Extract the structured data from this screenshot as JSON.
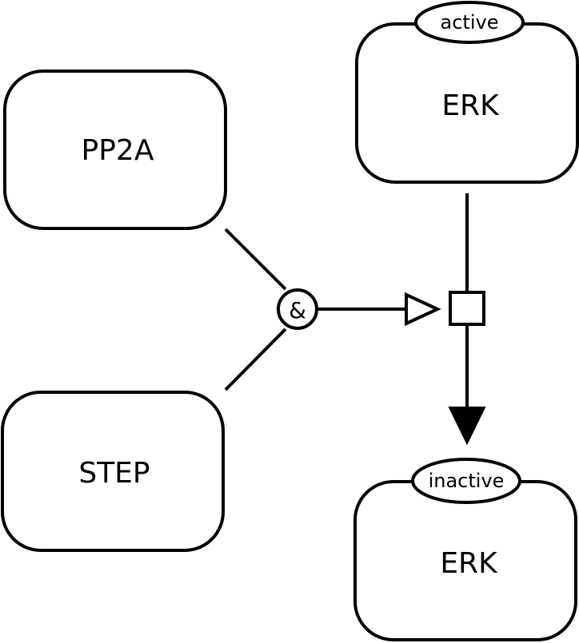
{
  "nodes": {
    "pp2a": {
      "label": "PP2A"
    },
    "step": {
      "label": "STEP"
    },
    "erk_active": {
      "label": "ERK",
      "state": "active"
    },
    "erk_inactive": {
      "label": "ERK",
      "state": "inactive"
    }
  },
  "logic_operator": {
    "label": "&"
  },
  "colors": {
    "stroke": "#000000",
    "fill": "#ffffff"
  }
}
